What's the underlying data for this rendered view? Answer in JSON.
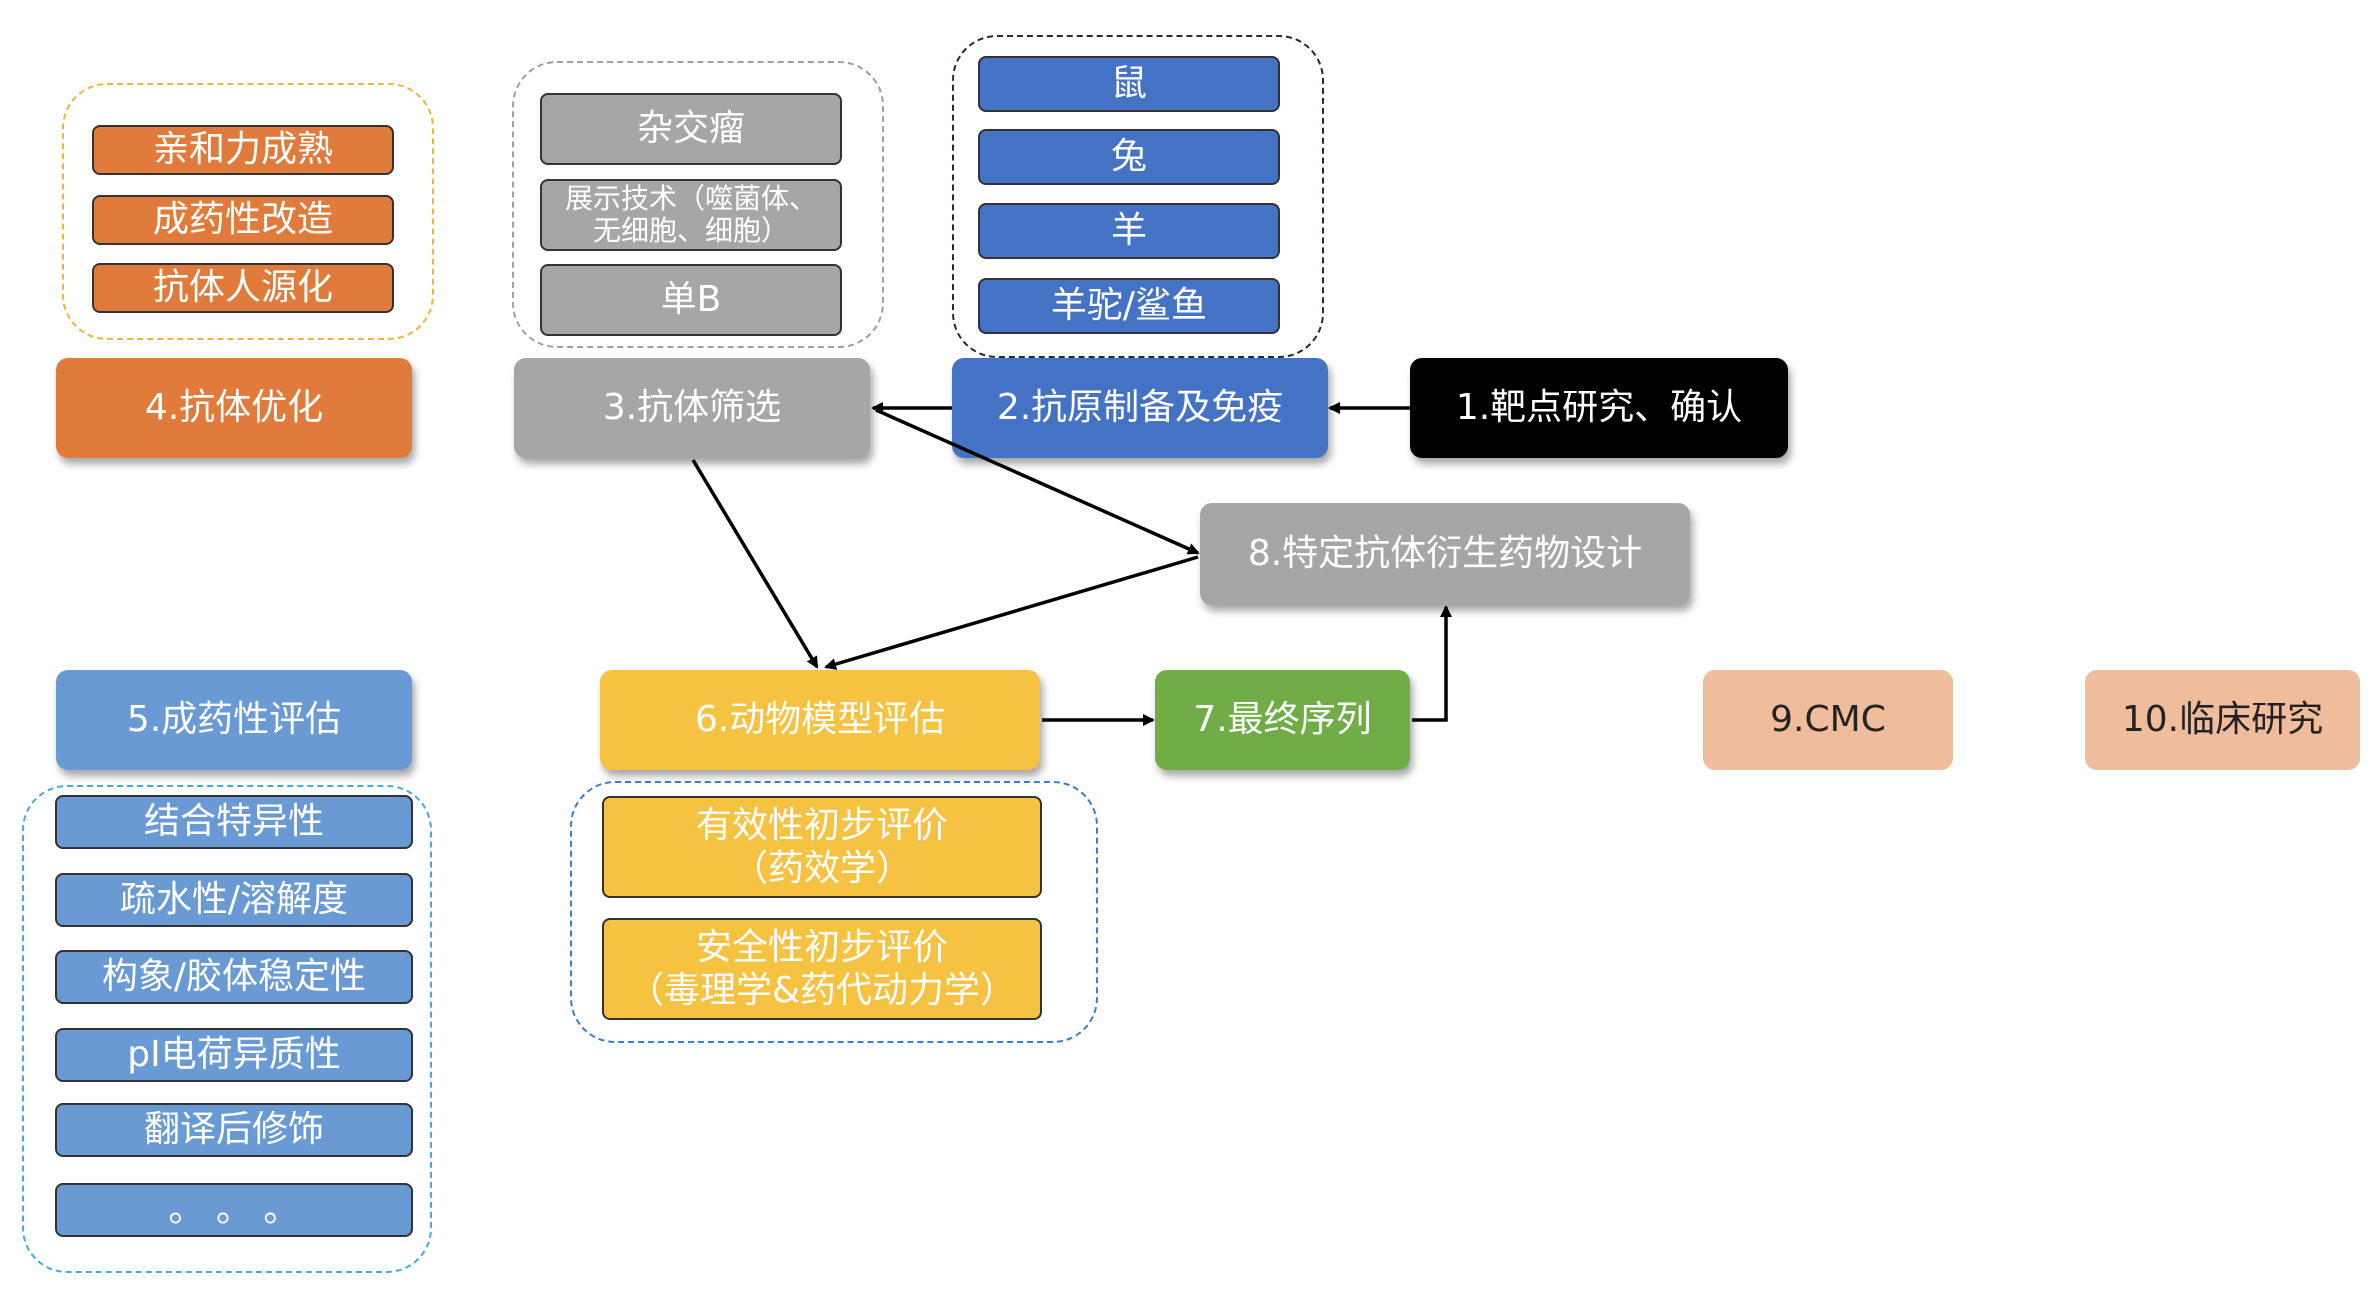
{
  "groups": {
    "optimization": [
      "亲和力成熟",
      "成药性改造",
      "抗体人源化"
    ],
    "screening": [
      "杂交瘤",
      "展示技术（噬菌体、\n无细胞、细胞）",
      "单B"
    ],
    "immunization": [
      "鼠",
      "兔",
      "羊",
      "羊驼/鲨鱼"
    ],
    "druggability": [
      "结合特异性",
      "疏水性/溶解度",
      "构象/胶体稳定性",
      "pI电荷异质性",
      "翻译后修饰",
      "。 。 。"
    ],
    "animal_model": [
      "有效性初步评价\n（药效学）",
      "安全性初步评价\n（毒理学&药代动力学）"
    ]
  },
  "steps": {
    "step1": "1.靶点研究、确认",
    "step2": "2.抗原制备及免疫",
    "step3": "3.抗体筛选",
    "step4": "4.抗体优化",
    "step5": "5.成药性评估",
    "step6": "6.动物模型评估",
    "step7": "7.最终序列",
    "step8": "8.特定抗体衍生药物设计",
    "step9": "9.CMC",
    "step10": "10.临床研究"
  },
  "colors": {
    "orange": "#e07b3b",
    "gray": "#a6a6a6",
    "blue": "#4472c4",
    "light_blue": "#6a9ad4",
    "yellow": "#f5c242",
    "green": "#70ad47",
    "black": "#000000",
    "peach": "#f0bd9c"
  }
}
